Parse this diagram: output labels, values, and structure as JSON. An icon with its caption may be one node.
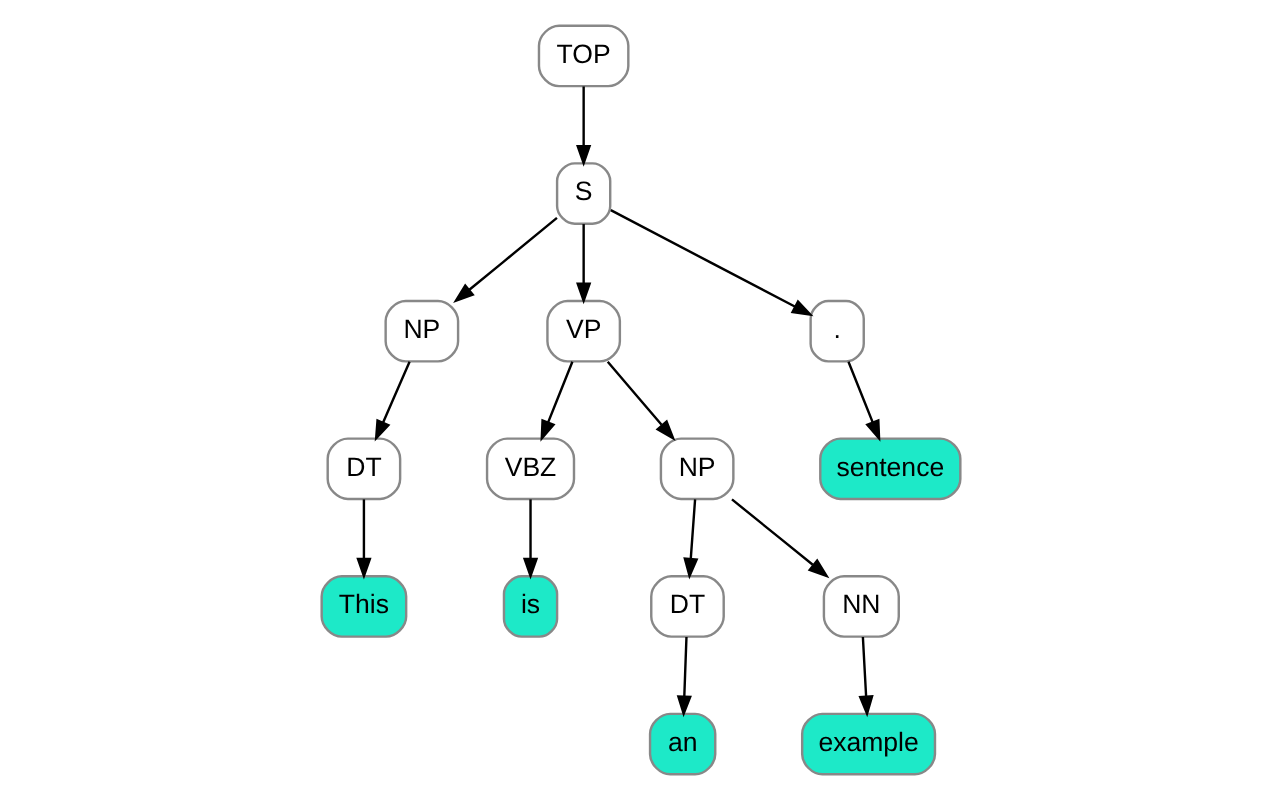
{
  "diagram": {
    "nodes": [
      {
        "text": [
          "TOP"
        ]
      },
      {
        "text": [
          "S"
        ]
      },
      {
        "text": [
          "NP"
        ]
      },
      {
        "text": [
          "VP"
        ]
      },
      {
        "text": [
          "."
        ]
      },
      {
        "text": [
          "DT"
        ]
      },
      {
        "text": [
          "VBZ"
        ]
      },
      {
        "text": [
          "NP"
        ]
      },
      {
        "text": [
          "sentence"
        ]
      },
      {
        "text": [
          "This"
        ]
      },
      {
        "text": [
          "is"
        ]
      },
      {
        "text": [
          "DT"
        ]
      },
      {
        "text": [
          "NN"
        ]
      },
      {
        "text": [
          "an"
        ]
      },
      {
        "text": [
          "example"
        ]
      }
    ],
    "edges": [
      {
        "from": 0,
        "to": 1,
        "arrow": "to"
      },
      {
        "from": 1,
        "to": 2,
        "arrow": "to"
      },
      {
        "from": 1,
        "to": 3,
        "arrow": "to"
      },
      {
        "from": 1,
        "to": 4,
        "arrow": "to"
      },
      {
        "from": 2,
        "to": 5,
        "arrow": "to"
      },
      {
        "from": 3,
        "to": 6,
        "arrow": "to"
      },
      {
        "from": 3,
        "to": 7,
        "arrow": "to"
      },
      {
        "from": 4,
        "to": 8,
        "arrow": "to"
      },
      {
        "from": 5,
        "to": 9,
        "arrow": "to"
      },
      {
        "from": 6,
        "to": 10,
        "arrow": "to"
      },
      {
        "from": 7,
        "to": 11,
        "arrow": "to"
      },
      {
        "from": 7,
        "to": 12,
        "arrow": "to"
      },
      {
        "from": 11,
        "to": 13,
        "arrow": "to"
      },
      {
        "from": 12,
        "to": 14,
        "arrow": "to"
      }
    ]
  }
}
